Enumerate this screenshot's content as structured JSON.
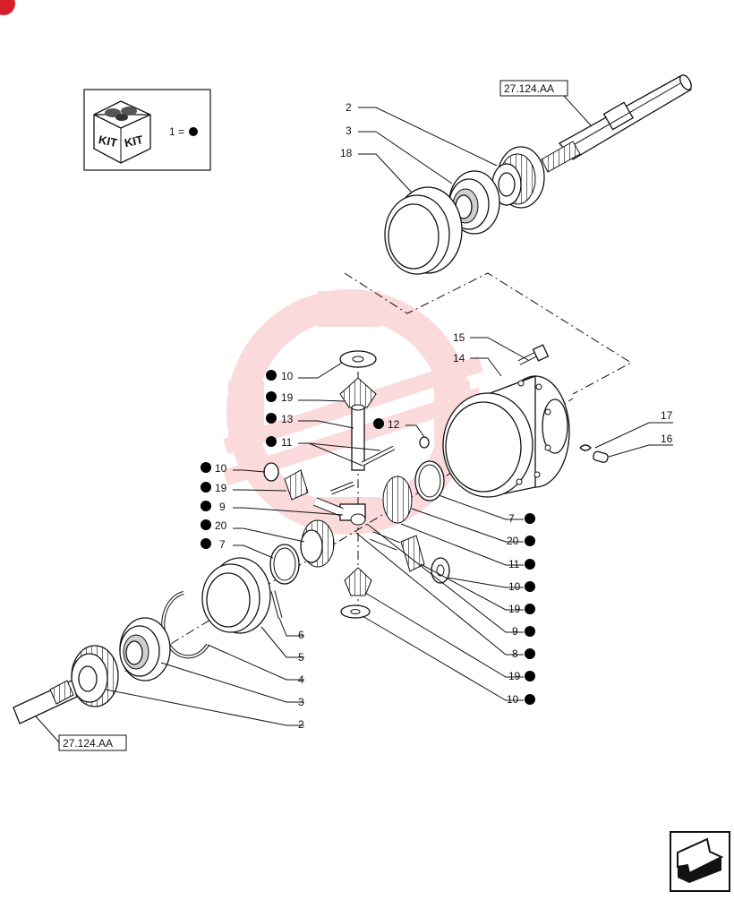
{
  "colors": {
    "ink": "#111111",
    "watermark": "#e8373c",
    "corner_badge": "#d8202a"
  },
  "kit_legend": {
    "box_words": [
      "KIT",
      "KIT"
    ],
    "legend_text": "1 ="
  },
  "references": {
    "top": "27.124.AA",
    "bottom": "27.124.AA"
  },
  "callouts": [
    {
      "id": "c2-top",
      "label": "2",
      "kit": false
    },
    {
      "id": "c3-top",
      "label": "3",
      "kit": false
    },
    {
      "id": "c18",
      "label": "18",
      "kit": false
    },
    {
      "id": "c15",
      "label": "15",
      "kit": false
    },
    {
      "id": "c14",
      "label": "14",
      "kit": false
    },
    {
      "id": "c17",
      "label": "17",
      "kit": false
    },
    {
      "id": "c16",
      "label": "16",
      "kit": false
    },
    {
      "id": "c10a",
      "label": "10",
      "kit": true
    },
    {
      "id": "c19a",
      "label": "19",
      "kit": true
    },
    {
      "id": "c13",
      "label": "13",
      "kit": true
    },
    {
      "id": "c11a",
      "label": "11",
      "kit": true
    },
    {
      "id": "c12",
      "label": "12",
      "kit": true
    },
    {
      "id": "c10b",
      "label": "10",
      "kit": true
    },
    {
      "id": "c19b",
      "label": "19",
      "kit": true
    },
    {
      "id": "c9a",
      "label": "9",
      "kit": true
    },
    {
      "id": "c20a",
      "label": "20",
      "kit": true
    },
    {
      "id": "c7a",
      "label": "7",
      "kit": true
    },
    {
      "id": "c7b",
      "label": "7",
      "kit": true
    },
    {
      "id": "c20b",
      "label": "20",
      "kit": true
    },
    {
      "id": "c11b",
      "label": "11",
      "kit": true
    },
    {
      "id": "c10c",
      "label": "10",
      "kit": true
    },
    {
      "id": "c19c",
      "label": "19",
      "kit": true
    },
    {
      "id": "c9b",
      "label": "9",
      "kit": true
    },
    {
      "id": "c8",
      "label": "8",
      "kit": true
    },
    {
      "id": "c19d",
      "label": "19",
      "kit": true
    },
    {
      "id": "c10d",
      "label": "10",
      "kit": true
    },
    {
      "id": "c6",
      "label": "6",
      "kit": false
    },
    {
      "id": "c5",
      "label": "5",
      "kit": false
    },
    {
      "id": "c4",
      "label": "4",
      "kit": false
    },
    {
      "id": "c3-bot",
      "label": "3",
      "kit": false
    },
    {
      "id": "c2-bot",
      "label": "2",
      "kit": false
    }
  ],
  "nav": {
    "icon": "next-page-arrow-icon"
  }
}
